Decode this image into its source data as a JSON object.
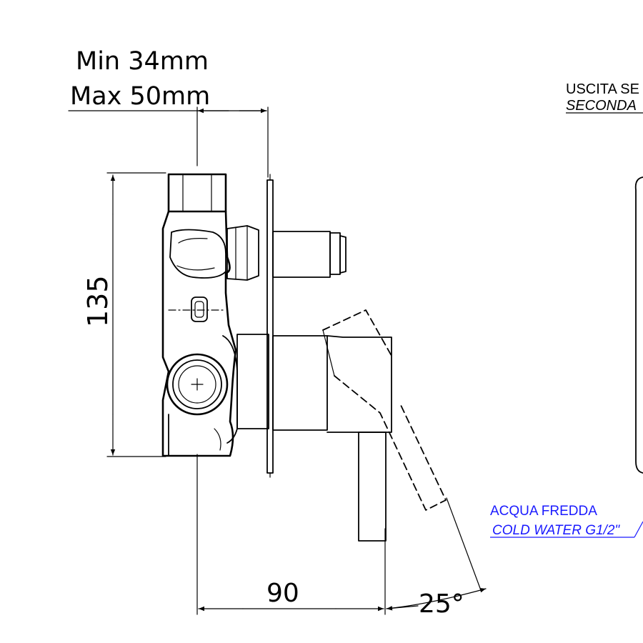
{
  "dimensions": {
    "wall_min": "Min 34mm",
    "wall_max": "Max 50mm",
    "height": "135",
    "depth": "90",
    "angle": "25°"
  },
  "labels": {
    "outlet_line1": "USCITA SE",
    "outlet_line2": "SECONDA",
    "cold_line1": "ACQUA FREDDA",
    "cold_line2": "COLD WATER G1/2\""
  },
  "colors": {
    "line": "#000000",
    "label_blue": "#1a1aff"
  }
}
